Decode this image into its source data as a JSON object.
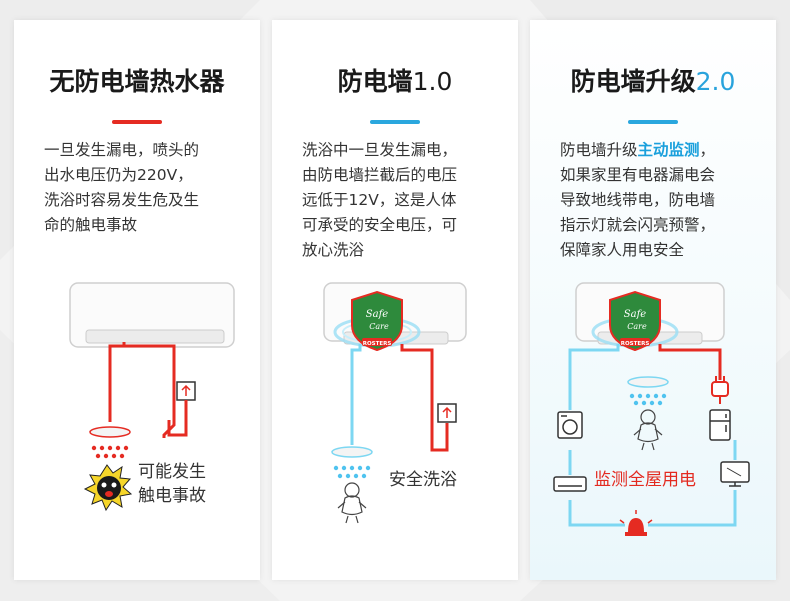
{
  "panels": [
    {
      "title": "无防电墙热水器",
      "accent": "#e52b22",
      "desc": [
        "一旦发生漏电，喷头的",
        "出水电压仍为220V，",
        "洗浴时容易发生危及生",
        "命的触电事故"
      ],
      "label": [
        "可能发生",
        "触电事故"
      ]
    },
    {
      "title_main": "防电墙",
      "title_num": "1.0",
      "accent": "#2aa7de",
      "desc": [
        "洗浴中一旦发生漏电，",
        "由防电墙拦截后的电压",
        "远低于12V，这是人体",
        "可承受的安全电压，可",
        "放心洗浴"
      ],
      "label": "安全洗浴",
      "shield_text": [
        "Safe",
        "Care"
      ],
      "shield_brand": "ROSTERS"
    },
    {
      "title_main": "防电墙升级",
      "title_num": "2.0",
      "accent": "#2aa7de",
      "desc_line1_pre": "防电墙升级",
      "desc_line1_hl": "主动监测",
      "desc_line1_post": "，",
      "desc": [
        "如果家里有电器漏电会",
        "导致地线带电，防电墙",
        "指示灯就会闪亮预警，",
        "保障家人用电安全"
      ],
      "label": "监测全屋用电",
      "shield_text": [
        "Safe",
        "Care"
      ],
      "shield_brand": "ROSTERS"
    }
  ],
  "colors": {
    "red": "#e52b22",
    "blue": "#2aa7de",
    "wire_blue": "#7dd7f2",
    "shield_green": "#2e8a3c"
  }
}
